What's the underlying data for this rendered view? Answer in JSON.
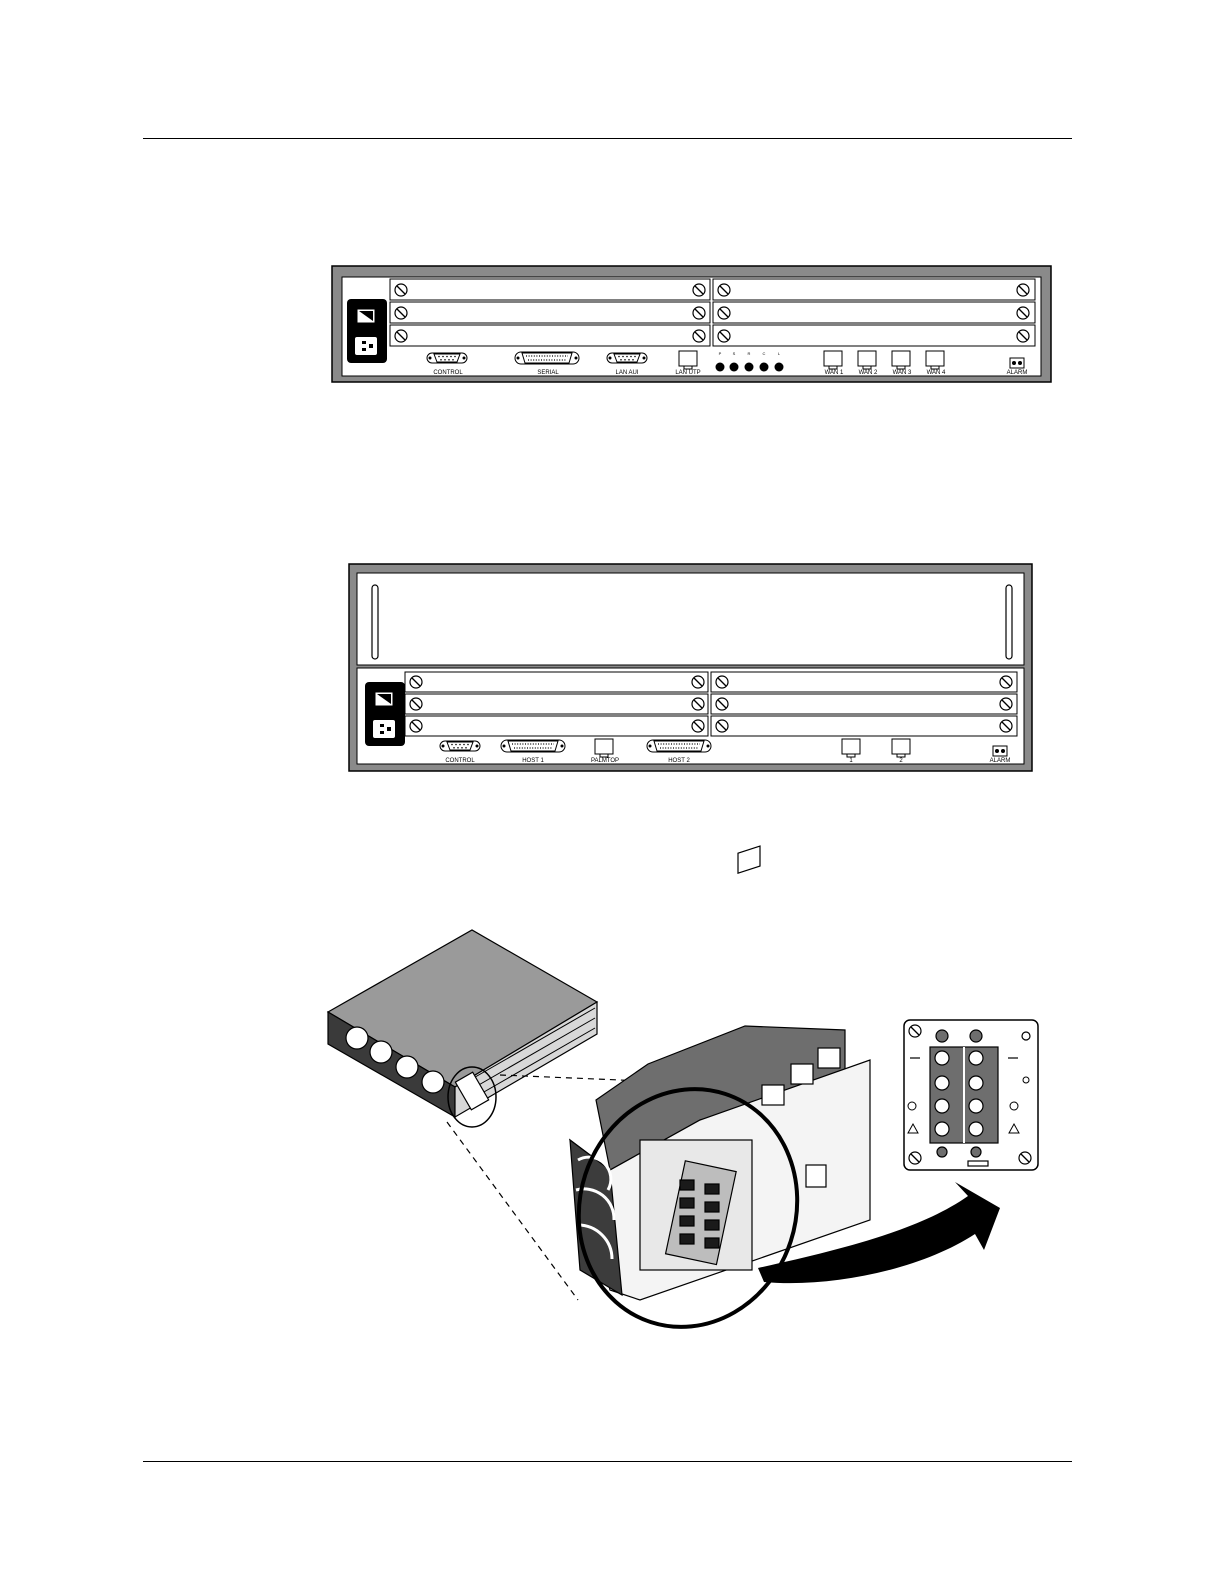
{
  "panel1": {
    "ports": {
      "control": "CONTROL",
      "serial": "SERIAL",
      "lan_aui": "LAN AUI",
      "lan_utp": "LAN UTP",
      "wan1": "WAN 1",
      "wan2": "WAN 2",
      "wan3": "WAN 3",
      "wan4": "WAN 4",
      "alarm": "ALARM"
    }
  },
  "panel2": {
    "ports": {
      "control": "CONTROL",
      "host1": "HOST 1",
      "palmtop": "PALMTOP",
      "host2": "HOST 2",
      "port1": "1",
      "port2": "2",
      "alarm": "ALARM"
    }
  },
  "colors": {
    "line": "#000000",
    "panel_gray": "#8a8a8a",
    "shadow_gray": "#6e6e6e"
  },
  "icons": [
    "power-switch-icon",
    "power-inlet-icon",
    "screw-icon",
    "arrow-icon"
  ]
}
